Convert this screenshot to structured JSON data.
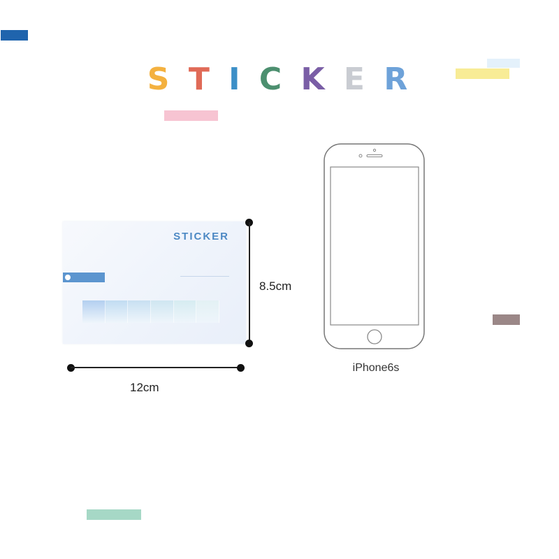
{
  "title": {
    "letters": [
      "S",
      "T",
      "I",
      "C",
      "K",
      "E",
      "R"
    ],
    "colors": [
      "#f4b13f",
      "#e06a57",
      "#3c8fc7",
      "#4c8f6f",
      "#7a5ea6",
      "#c9ccd2",
      "#6ea2d9"
    ]
  },
  "tapes": [
    {
      "name": "tape-blue",
      "color": "#1f64ad"
    },
    {
      "name": "tape-yellow",
      "color": "#f8ec96"
    },
    {
      "name": "tape-lightblue",
      "color": "#e4f1fb"
    },
    {
      "name": "tape-pink",
      "color": "#f7c4d2"
    },
    {
      "name": "tape-taupe",
      "color": "#9b8787"
    },
    {
      "name": "tape-mint",
      "color": "#a6d8c6"
    }
  ],
  "product": {
    "title": "STICKER",
    "subtitle": "",
    "badge": "",
    "tab_colors": [
      "#b3cff0",
      "#c1dcf2",
      "#c8e0f2",
      "#cfe6f1",
      "#d6ecf1",
      "#e3f1f4"
    ]
  },
  "dimensions": {
    "height_label": "8.5cm",
    "width_label": "12cm"
  },
  "phone": {
    "label": "iPhone6s"
  }
}
